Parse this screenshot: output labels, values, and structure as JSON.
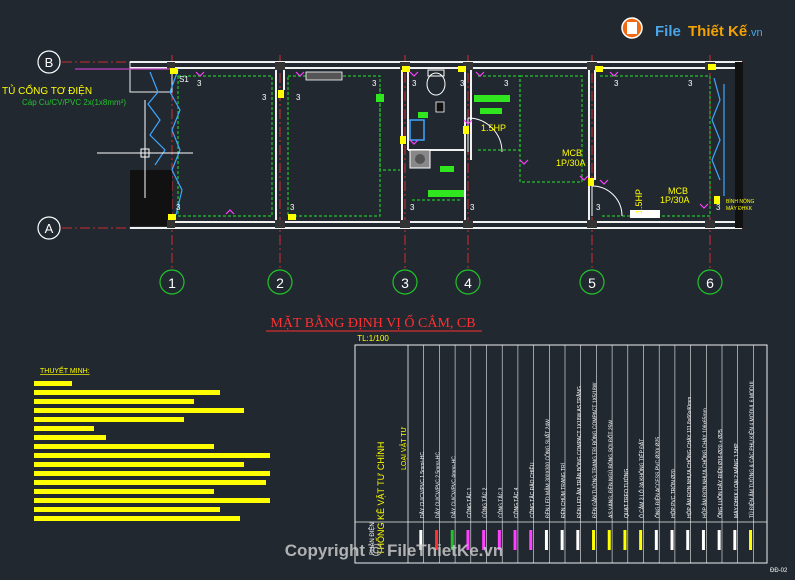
{
  "logo": {
    "file": "File",
    "thiet": "Thiết Kế",
    "vn": ".vn"
  },
  "grid_rows": [
    "B",
    "A"
  ],
  "grid_cols": [
    "1",
    "2",
    "3",
    "4",
    "5",
    "6"
  ],
  "labels": {
    "panel_title": "TỦ CỔNG TƠ ĐIỆN",
    "panel_cable": "Cáp Cu/CV/PVC  2x(1x8mm²)",
    "s1": "S1",
    "hp1": "1.5HP",
    "hp2": "1.5HP",
    "mcb1": "MCB",
    "mcb1_rating": "1P/30A",
    "mcb2": "MCB",
    "mcb2_rating": "1P/30A",
    "heater1": "BÌNH NÓNG",
    "heater2": "MÁY ĐHKK",
    "sym3": "3"
  },
  "drawing_title": "MẶT BẰNG ĐỊNH VỊ Ổ CẮM, CB",
  "drawing_scale": "TL:1/100",
  "notes_title": "THUYẾT MINH:",
  "legend": {
    "header_title": "THỐNG KÊ VẬT TƯ CHÍNH",
    "header_sub": "PHẦN ĐIỆN",
    "loai_label": "LOẠI VẬT TƯ",
    "items": [
      "DÂY CU/CV/PVC 1.5mm²-HC",
      "DÂY CU/CV/PVC 2.5mm²-HC",
      "DÂY CU/CV/PVC 4mm²-HC",
      "CÔNG TẮC 1",
      "CÔNG TẮC 2",
      "CÔNG TẮC 3",
      "CÔNG TẮC 4",
      "CÔNG TẮC ĐẢO CHIỀU",
      "ĐÈN LED MÂM 300X300 CÔNG SUẤT 24W",
      "ĐÈN CHÙM TRANG TRÍ",
      "ĐÈN LED ÂM TRẦN BÓNG COMPACT 1X18W AS TRẮNG",
      "ĐÈN GẮN TƯỜNG TRANG TRÍ BÓNG COMPACT 1X5/18W",
      "AS VÀNG; ĐÈN NGỦ BÓNG SỢI ĐỐT 25W",
      "QUẠT TREO TƯỜNG",
      "Ổ CẮM 3 LỖ 3A KHÔNG TIẾP ĐẤT",
      "ỐNG ĐIỆN ACCESS PVC Ø20/ Ø25",
      "HỘP PVC TRÒN Ø20",
      "HỘP ÂM ĐƠN NHỰA CHỐNG CHÁY 111.8x66x40mm",
      "HỘP ÂM ĐƠN NHỰA CHỐNG CHÁY 106x65mm",
      "ỐNG LUỒN DÂY ĐIỆN Ø16-Ø20 + Ø25",
      "MÁY ĐHKK LOẠI 2 MẢNG 1.5HP",
      "TỦ ĐIỆN ÂM TƯỜNG & CÁC PHỤ KIỆN 4 MODUL 6 MODUL"
    ]
  },
  "watermark": "Copyright © FileThietKe.vn",
  "sheet_code": "ĐĐ-02",
  "colors": {
    "background": "#212830",
    "wall": "#f0f0f0",
    "grid": "#ff3030",
    "bubble": "#ffffff",
    "cable": "#c040c0",
    "green": "#22c32a",
    "yellow": "#ffff00",
    "blue": "#3ea6ff",
    "magenta": "#ff40ff"
  }
}
